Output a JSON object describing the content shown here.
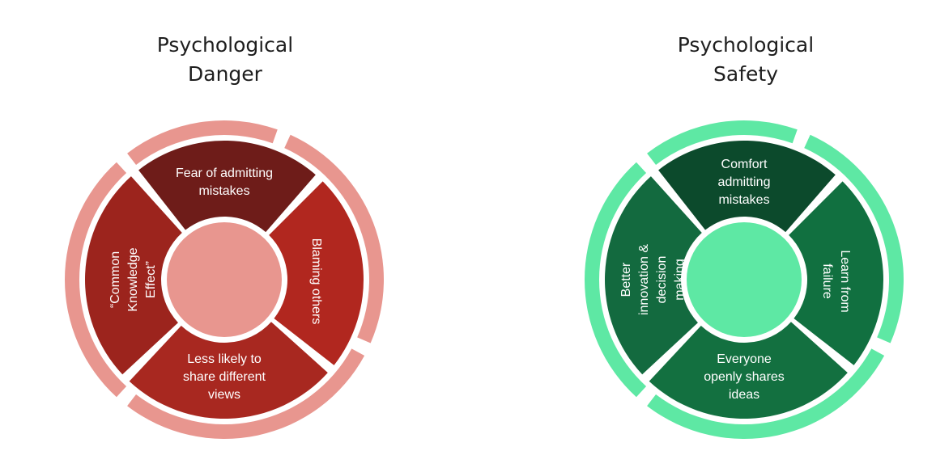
{
  "diagrams": [
    {
      "title_line1": "Psychological",
      "title_line2": "Danger",
      "colors": {
        "outer_ring": "#e8968f",
        "center": "#e8968f",
        "top": "#6e1c19",
        "right": "#b1271f",
        "bottom": "#a82820",
        "left": "#9c241d"
      },
      "segments": {
        "top": [
          "Fear of admitting",
          "mistakes"
        ],
        "right": [
          "Blaming others"
        ],
        "bottom": [
          "Less likely to",
          "share different",
          "views"
        ],
        "left": [
          "“Common",
          "Knowledge",
          "Effect”"
        ]
      }
    },
    {
      "title_line1": "Psychological",
      "title_line2": "Safety",
      "colors": {
        "outer_ring": "#5ee8a4",
        "center": "#5ee8a4",
        "top": "#0c4a2c",
        "right": "#117040",
        "bottom": "#137040",
        "left": "#136a3f"
      },
      "segments": {
        "top": [
          "Comfort",
          "admitting",
          "mistakes"
        ],
        "right": [
          "Learn from",
          "failure"
        ],
        "bottom": [
          "Everyone",
          "openly shares",
          "ideas"
        ],
        "left": [
          "Better",
          "innovation &",
          "decision",
          "making"
        ]
      }
    }
  ]
}
